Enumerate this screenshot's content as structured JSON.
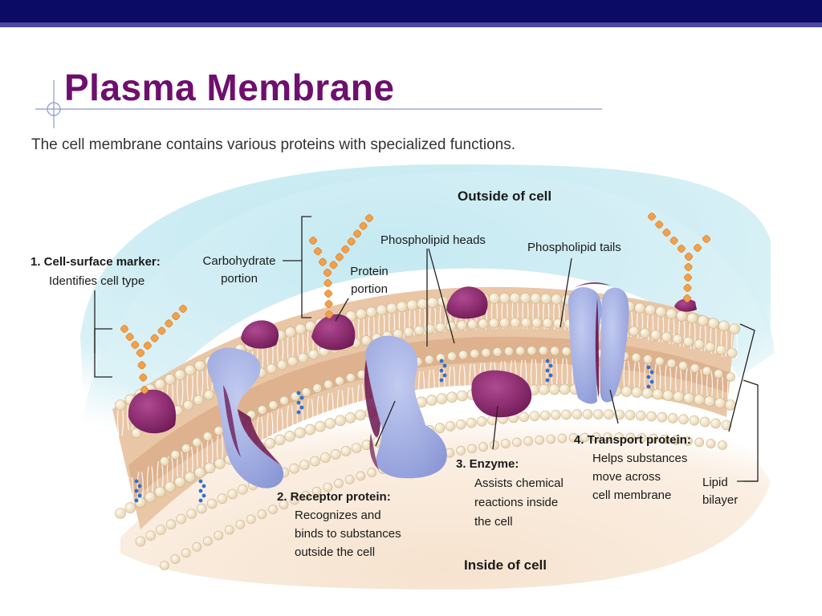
{
  "slide": {
    "title": "Plasma Membrane",
    "subtitle": "The cell membrane contains various proteins with specialized functions.",
    "colors": {
      "header_bar": "#0b0b66",
      "title": "#6e0f6e",
      "protein": "#9aa6dc",
      "glycoprotein": "#7a1b5e",
      "carbohydrate": "#f3a04a",
      "lipid_head": "#f5e9cf",
      "cholesterol": "#2f6fd1"
    }
  },
  "figure": {
    "outside_label": "Outside of cell",
    "inside_label": "Inside of cell",
    "carbohydrate": "Carbohydrate\nportion",
    "protein_portion": "Protein\nportion",
    "phospholipid_heads": "Phospholipid heads",
    "phospholipid_tails": "Phospholipid tails",
    "lipid_bilayer": "Lipid\nbilayer",
    "items": [
      {
        "title": "1.  Cell-surface marker:",
        "desc": "Identifies cell type"
      },
      {
        "title": "2.  Receptor protein:",
        "desc": "Recognizes and\nbinds to substances\noutside the cell"
      },
      {
        "title": "3.  Enzyme:",
        "desc": "Assists chemical\nreactions inside\nthe cell"
      },
      {
        "title": "4.  Transport protein:",
        "desc": "Helps substances\nmove across\ncell membrane"
      }
    ]
  }
}
